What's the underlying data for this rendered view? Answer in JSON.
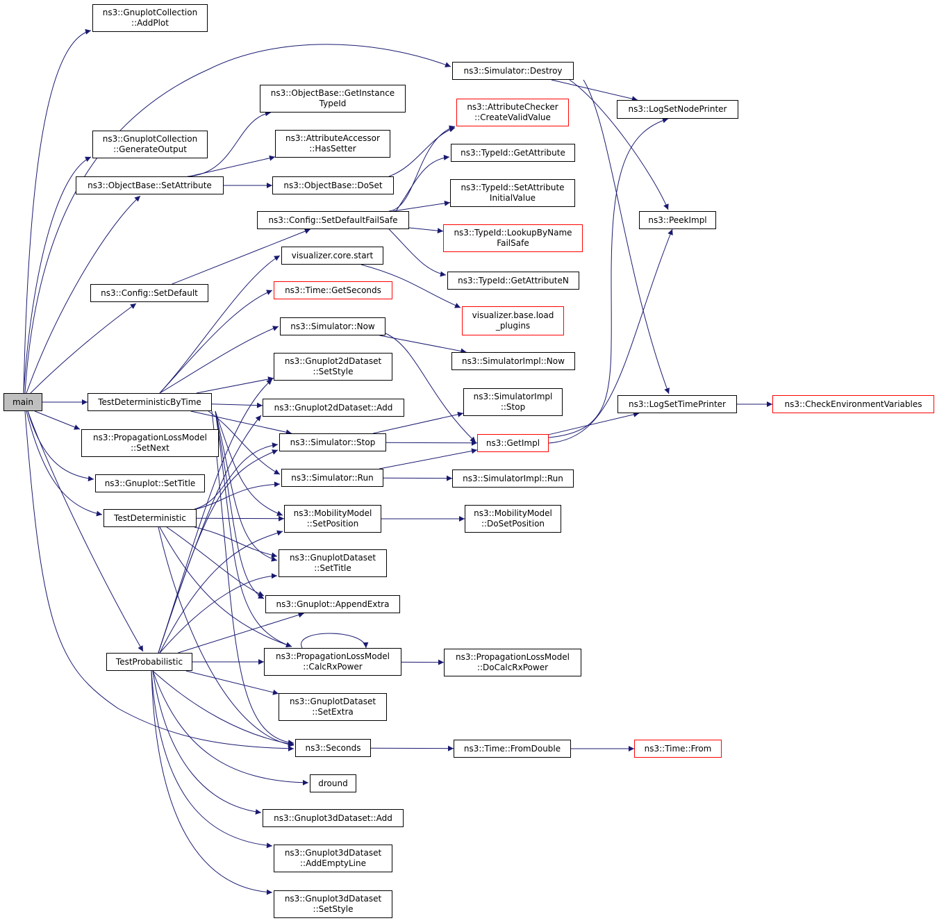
{
  "graph": {
    "colors": {
      "edge": "#191970",
      "root_fill": "#bfbfbf",
      "external_border": "#ff0000",
      "node_border": "#000000"
    },
    "nodes": [
      {
        "id": "main",
        "lines": [
          "main"
        ],
        "root": true
      },
      {
        "id": "gc_addplot",
        "lines": [
          "ns3::GnuplotCollection",
          "::AddPlot"
        ]
      },
      {
        "id": "gc_generateoutput",
        "lines": [
          "ns3::GnuplotCollection",
          "::GenerateOutput"
        ]
      },
      {
        "id": "objbase_setattr",
        "lines": [
          "ns3::ObjectBase::SetAttribute"
        ]
      },
      {
        "id": "config_setdefault",
        "lines": [
          "ns3::Config::SetDefault"
        ]
      },
      {
        "id": "test_det_by_time",
        "lines": [
          "TestDeterministicByTime"
        ]
      },
      {
        "id": "plm_setnext",
        "lines": [
          "ns3::PropagationLossModel",
          "::SetNext"
        ]
      },
      {
        "id": "gnuplot_settitle",
        "lines": [
          "ns3::Gnuplot::SetTitle"
        ]
      },
      {
        "id": "test_det",
        "lines": [
          "TestDeterministic"
        ]
      },
      {
        "id": "test_prob",
        "lines": [
          "TestProbabilistic"
        ]
      },
      {
        "id": "sim_destroy",
        "lines": [
          "ns3::Simulator::Destroy"
        ]
      },
      {
        "id": "objbase_getinstancetypeid",
        "lines": [
          "ns3::ObjectBase::GetInstance",
          "TypeId"
        ]
      },
      {
        "id": "attr_hassetter",
        "lines": [
          "ns3::AttributeAccessor",
          "::HasSetter"
        ]
      },
      {
        "id": "objbase_doset",
        "lines": [
          "ns3::ObjectBase::DoSet"
        ]
      },
      {
        "id": "config_setdefaultfailsafe",
        "lines": [
          "ns3::Config::SetDefaultFailSafe"
        ]
      },
      {
        "id": "vis_core_start",
        "lines": [
          "visualizer.core.start"
        ]
      },
      {
        "id": "time_getseconds",
        "lines": [
          "ns3::Time::GetSeconds"
        ],
        "external": true
      },
      {
        "id": "sim_now",
        "lines": [
          "ns3::Simulator::Now"
        ]
      },
      {
        "id": "g2d_setstyle",
        "lines": [
          "ns3::Gnuplot2dDataset",
          "::SetStyle"
        ]
      },
      {
        "id": "g2d_add",
        "lines": [
          "ns3::Gnuplot2dDataset::Add"
        ]
      },
      {
        "id": "sim_stop",
        "lines": [
          "ns3::Simulator::Stop"
        ]
      },
      {
        "id": "sim_run",
        "lines": [
          "ns3::Simulator::Run"
        ]
      },
      {
        "id": "mm_setposition",
        "lines": [
          "ns3::MobilityModel",
          "::SetPosition"
        ]
      },
      {
        "id": "gds_settitle",
        "lines": [
          "ns3::GnuplotDataset",
          "::SetTitle"
        ]
      },
      {
        "id": "gnuplot_appendextra",
        "lines": [
          "ns3::Gnuplot::AppendExtra"
        ]
      },
      {
        "id": "plm_calcrxpower",
        "lines": [
          "ns3::PropagationLossModel",
          "::CalcRxPower"
        ]
      },
      {
        "id": "gds_setextra",
        "lines": [
          "ns3::GnuplotDataset",
          "::SetExtra"
        ]
      },
      {
        "id": "seconds",
        "lines": [
          "ns3::Seconds"
        ]
      },
      {
        "id": "dround",
        "lines": [
          "dround"
        ]
      },
      {
        "id": "g3d_add",
        "lines": [
          "ns3::Gnuplot3dDataset::Add"
        ]
      },
      {
        "id": "g3d_addemptyline",
        "lines": [
          "ns3::Gnuplot3dDataset",
          "::AddEmptyLine"
        ]
      },
      {
        "id": "g3d_setstyle",
        "lines": [
          "ns3::Gnuplot3dDataset",
          "::SetStyle"
        ]
      },
      {
        "id": "attrchecker_createvalid",
        "lines": [
          "ns3::AttributeChecker",
          "::CreateValidValue"
        ],
        "external": true
      },
      {
        "id": "typeid_getattribute",
        "lines": [
          "ns3::TypeId::GetAttribute"
        ]
      },
      {
        "id": "typeid_setattrinitial",
        "lines": [
          "ns3::TypeId::SetAttribute",
          "InitialValue"
        ]
      },
      {
        "id": "typeid_lookupbyname",
        "lines": [
          "ns3::TypeId::LookupByName",
          "FailSafe"
        ],
        "external": true
      },
      {
        "id": "typeid_getattributen",
        "lines": [
          "ns3::TypeId::GetAttributeN"
        ]
      },
      {
        "id": "vis_base_loadplugins",
        "lines": [
          "visualizer.base.load",
          "_plugins"
        ],
        "external": true
      },
      {
        "id": "simimpl_now",
        "lines": [
          "ns3::SimulatorImpl::Now"
        ]
      },
      {
        "id": "simimpl_stop",
        "lines": [
          "ns3::SimulatorImpl",
          "::Stop"
        ]
      },
      {
        "id": "getimpl",
        "lines": [
          "ns3::GetImpl"
        ],
        "external": true
      },
      {
        "id": "simimpl_run",
        "lines": [
          "ns3::SimulatorImpl::Run"
        ]
      },
      {
        "id": "mm_dosetposition",
        "lines": [
          "ns3::MobilityModel",
          "::DoSetPosition"
        ]
      },
      {
        "id": "plm_docalcrxpower",
        "lines": [
          "ns3::PropagationLossModel",
          "::DoCalcRxPower"
        ]
      },
      {
        "id": "time_fromdouble",
        "lines": [
          "ns3::Time::FromDouble"
        ]
      },
      {
        "id": "time_from",
        "lines": [
          "ns3::Time::From"
        ],
        "external": true
      },
      {
        "id": "logsetnodeprinter",
        "lines": [
          "ns3::LogSetNodePrinter"
        ]
      },
      {
        "id": "peekimpl",
        "lines": [
          "ns3::PeekImpl"
        ]
      },
      {
        "id": "logsettimeprinter",
        "lines": [
          "ns3::LogSetTimePrinter"
        ]
      },
      {
        "id": "checkenvvars",
        "lines": [
          "ns3::CheckEnvironmentVariables"
        ],
        "external": true
      }
    ],
    "edges": [
      [
        "main",
        "gc_addplot"
      ],
      [
        "main",
        "sim_destroy"
      ],
      [
        "main",
        "gc_generateoutput"
      ],
      [
        "main",
        "objbase_setattr"
      ],
      [
        "main",
        "config_setdefault"
      ],
      [
        "main",
        "test_det_by_time"
      ],
      [
        "main",
        "plm_setnext"
      ],
      [
        "main",
        "gnuplot_settitle"
      ],
      [
        "main",
        "test_det"
      ],
      [
        "main",
        "test_prob"
      ],
      [
        "main",
        "seconds"
      ],
      [
        "objbase_setattr",
        "objbase_getinstancetypeid"
      ],
      [
        "objbase_setattr",
        "attr_hassetter"
      ],
      [
        "objbase_setattr",
        "objbase_doset"
      ],
      [
        "objbase_doset",
        "attrchecker_createvalid"
      ],
      [
        "config_setdefault",
        "config_setdefaultfailsafe"
      ],
      [
        "config_setdefaultfailsafe",
        "attrchecker_createvalid"
      ],
      [
        "config_setdefaultfailsafe",
        "typeid_getattribute"
      ],
      [
        "config_setdefaultfailsafe",
        "typeid_setattrinitial"
      ],
      [
        "config_setdefaultfailsafe",
        "typeid_lookupbyname"
      ],
      [
        "config_setdefaultfailsafe",
        "typeid_getattributen"
      ],
      [
        "sim_destroy",
        "logsetnodeprinter"
      ],
      [
        "sim_destroy",
        "peekimpl"
      ],
      [
        "sim_destroy",
        "logsettimeprinter"
      ],
      [
        "test_det_by_time",
        "vis_core_start"
      ],
      [
        "test_det_by_time",
        "time_getseconds"
      ],
      [
        "test_det_by_time",
        "sim_now"
      ],
      [
        "test_det_by_time",
        "g2d_setstyle"
      ],
      [
        "test_det_by_time",
        "g2d_add"
      ],
      [
        "test_det_by_time",
        "sim_stop"
      ],
      [
        "test_det_by_time",
        "sim_run"
      ],
      [
        "test_det_by_time",
        "mm_setposition"
      ],
      [
        "test_det_by_time",
        "gds_settitle"
      ],
      [
        "test_det_by_time",
        "gnuplot_appendextra"
      ],
      [
        "test_det_by_time",
        "plm_calcrxpower"
      ],
      [
        "test_det_by_time",
        "seconds"
      ],
      [
        "vis_core_start",
        "vis_base_loadplugins"
      ],
      [
        "sim_now",
        "simimpl_now"
      ],
      [
        "sim_now",
        "getimpl"
      ],
      [
        "sim_stop",
        "simimpl_stop"
      ],
      [
        "sim_stop",
        "getimpl"
      ],
      [
        "sim_run",
        "getimpl"
      ],
      [
        "sim_run",
        "simimpl_run"
      ],
      [
        "getimpl",
        "logsetnodeprinter"
      ],
      [
        "getimpl",
        "peekimpl"
      ],
      [
        "getimpl",
        "logsettimeprinter"
      ],
      [
        "logsettimeprinter",
        "checkenvvars"
      ],
      [
        "mm_setposition",
        "mm_dosetposition"
      ],
      [
        "plm_calcrxpower",
        "plm_calcrxpower"
      ],
      [
        "plm_calcrxpower",
        "plm_docalcrxpower"
      ],
      [
        "seconds",
        "time_fromdouble"
      ],
      [
        "time_fromdouble",
        "time_from"
      ],
      [
        "test_det",
        "sim_stop"
      ],
      [
        "test_det",
        "sim_run"
      ],
      [
        "test_det",
        "mm_setposition"
      ],
      [
        "test_det",
        "gds_settitle"
      ],
      [
        "test_det",
        "gnuplot_appendextra"
      ],
      [
        "test_det",
        "plm_calcrxpower"
      ],
      [
        "test_det",
        "seconds"
      ],
      [
        "test_prob",
        "g2d_setstyle"
      ],
      [
        "test_prob",
        "g2d_add"
      ],
      [
        "test_prob",
        "sim_stop"
      ],
      [
        "test_prob",
        "mm_setposition"
      ],
      [
        "test_prob",
        "gds_settitle"
      ],
      [
        "test_prob",
        "gnuplot_appendextra"
      ],
      [
        "test_prob",
        "plm_calcrxpower"
      ],
      [
        "test_prob",
        "gds_setextra"
      ],
      [
        "test_prob",
        "seconds"
      ],
      [
        "test_prob",
        "dround"
      ],
      [
        "test_prob",
        "g3d_add"
      ],
      [
        "test_prob",
        "g3d_addemptyline"
      ],
      [
        "test_prob",
        "g3d_setstyle"
      ]
    ]
  }
}
